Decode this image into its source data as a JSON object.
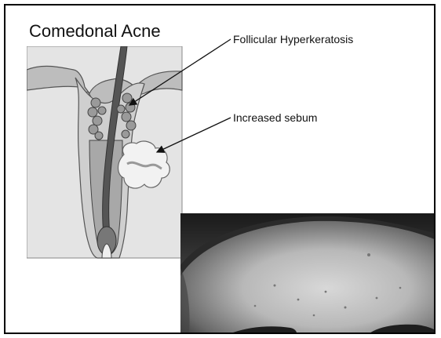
{
  "slide": {
    "title": "Comedonal Acne",
    "labels": {
      "hyperkeratosis": "Follicular Hyperkeratosis",
      "sebum": "Increased sebum"
    },
    "diagram_icon": "hair-follicle-cross-section",
    "photo_icon": "forehead-photo"
  }
}
